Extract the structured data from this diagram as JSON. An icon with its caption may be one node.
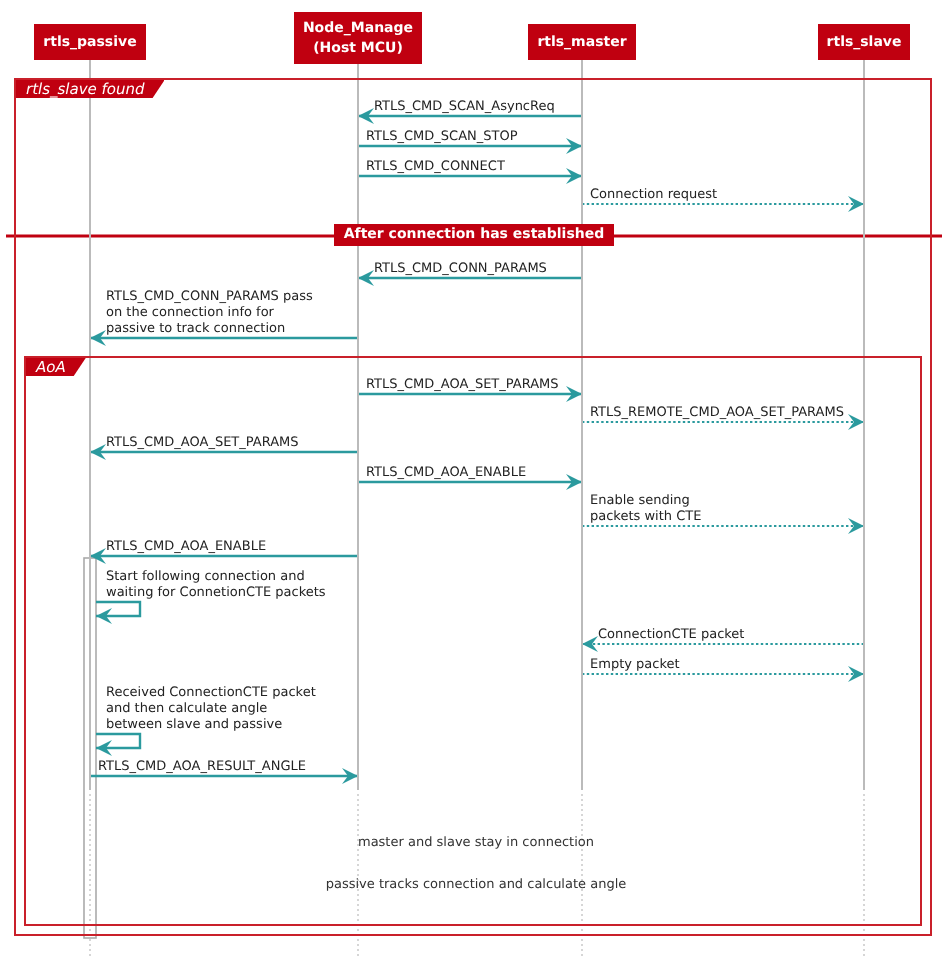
{
  "diagram": {
    "nodes": [
      {
        "text": [
          "rtls_passive"
        ]
      },
      {
        "text": [
          "Node_Manage (Host MCU)"
        ]
      },
      {
        "text": [
          "rtls_master"
        ]
      },
      {
        "text": [
          "rtls_slave"
        ]
      },
      {
        "text": [
          "After connection has established"
        ]
      }
    ],
    "edges": [
      {
        "from": 2,
        "to": 1,
        "arrow": "to",
        "label": "RTLS_CMD_SCAN_AsyncReq"
      },
      {
        "from": 1,
        "to": 2,
        "arrow": "to",
        "label": "RTLS_CMD_SCAN_STOP"
      },
      {
        "from": 1,
        "to": 2,
        "arrow": "to",
        "label": "RTLS_CMD_CONNECT"
      },
      {
        "from": 2,
        "to": 3,
        "arrow": "to",
        "label": "Connection request",
        "style": "dashed"
      },
      {
        "from": 2,
        "to": 1,
        "arrow": "to",
        "label": "RTLS_CMD_CONN_PARAMS"
      },
      {
        "from": 1,
        "to": 0,
        "arrow": "to",
        "label": "RTLS_CMD_CONN_PARAMS pass on the connection info for passive to track connection"
      },
      {
        "from": 1,
        "to": 2,
        "arrow": "to",
        "label": "RTLS_CMD_AOA_SET_PARAMS"
      },
      {
        "from": 2,
        "to": 3,
        "arrow": "to",
        "label": "RTLS_REMOTE_CMD_AOA_SET_PARAMS",
        "style": "dashed"
      },
      {
        "from": 1,
        "to": 0,
        "arrow": "to",
        "label": "RTLS_CMD_AOA_SET_PARAMS"
      },
      {
        "from": 1,
        "to": 2,
        "arrow": "to",
        "label": "RTLS_CMD_AOA_ENABLE"
      },
      {
        "from": 2,
        "to": 3,
        "arrow": "to",
        "label": "Enable sending packets with CTE",
        "style": "dashed"
      },
      {
        "from": 1,
        "to": 0,
        "arrow": "to",
        "label": "RTLS_CMD_AOA_ENABLE"
      },
      {
        "from": 0,
        "to": 0,
        "arrow": "to",
        "label": "Start following connection and waiting for ConnetionCTE packets"
      },
      {
        "from": 3,
        "to": 2,
        "arrow": "to",
        "label": "ConnectionCTE packet",
        "style": "dashed"
      },
      {
        "from": 2,
        "to": 3,
        "arrow": "to",
        "label": "Empty packet",
        "style": "dashed"
      },
      {
        "from": 0,
        "to": 0,
        "arrow": "to",
        "label": "Received ConnectionCTE packet and then calculate angle between slave and passive"
      },
      {
        "from": 0,
        "to": 1,
        "arrow": "to",
        "label": "RTLS_CMD_AOA_RESULT_ANGLE"
      }
    ],
    "labels": [
      "rtls_slave found",
      "AoA",
      "master and slave stay in connection",
      "passive tracks connection and calculate angle"
    ]
  }
}
